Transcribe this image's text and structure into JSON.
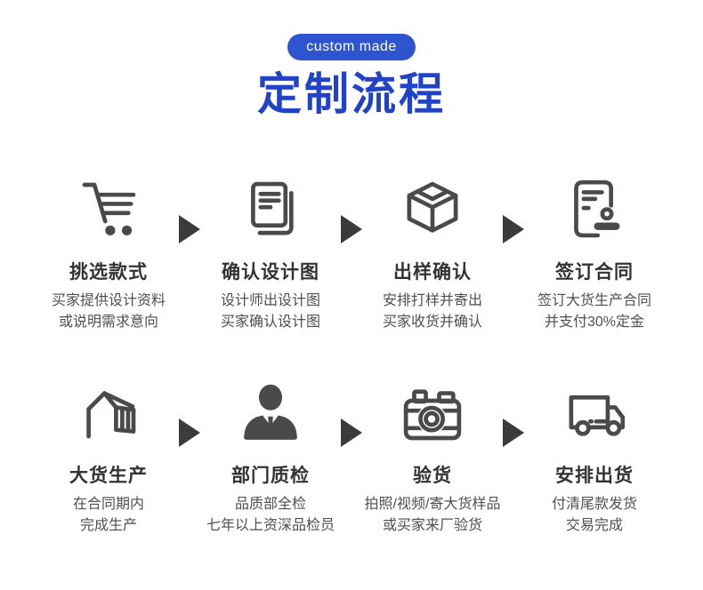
{
  "badge": {
    "label": "custom made"
  },
  "title": {
    "text": "定制流程"
  },
  "colors": {
    "badge_blue": "#2e55cf",
    "title_blue": "#2243c5",
    "icon_gray": "#4a4a4a",
    "arrow_gray": "#3b3b3b",
    "step_title_color": "#333333",
    "step_desc_color": "#4f4f4f",
    "background": "#ffffff"
  },
  "rows": [
    {
      "steps": [
        {
          "icon": "shopping-cart-icon",
          "title": "挑选款式",
          "desc_line1": "买家提供设计资料",
          "desc_line2": "或说明需求意向"
        },
        {
          "icon": "design-documents-icon",
          "title": "确认设计图",
          "desc_line1": "设计师出设计图",
          "desc_line2": "买家确认设计图"
        },
        {
          "icon": "package-box-icon",
          "title": "出样确认",
          "desc_line1": "安排打样并寄出",
          "desc_line2": "买家收货并确认"
        },
        {
          "icon": "contract-stamp-icon",
          "title": "签订合同",
          "desc_line1": "签订大货生产合同",
          "desc_line2": "并支付30%定金"
        }
      ]
    },
    {
      "steps": [
        {
          "icon": "factory-building-icon",
          "title": "大货生产",
          "desc_line1": "在合同期内",
          "desc_line2": "完成生产"
        },
        {
          "icon": "inspector-person-icon",
          "title": "部门质检",
          "desc_line1": "品质部全检",
          "desc_line2": "七年以上资深品检员"
        },
        {
          "icon": "camera-icon",
          "title": "验货",
          "desc_line1": "拍照/视频/寄大货样品",
          "desc_line2": "或买家来厂验货"
        },
        {
          "icon": "delivery-truck-icon",
          "title": "安排出货",
          "desc_line1": "付清尾款发货",
          "desc_line2": "交易完成"
        }
      ]
    }
  ]
}
